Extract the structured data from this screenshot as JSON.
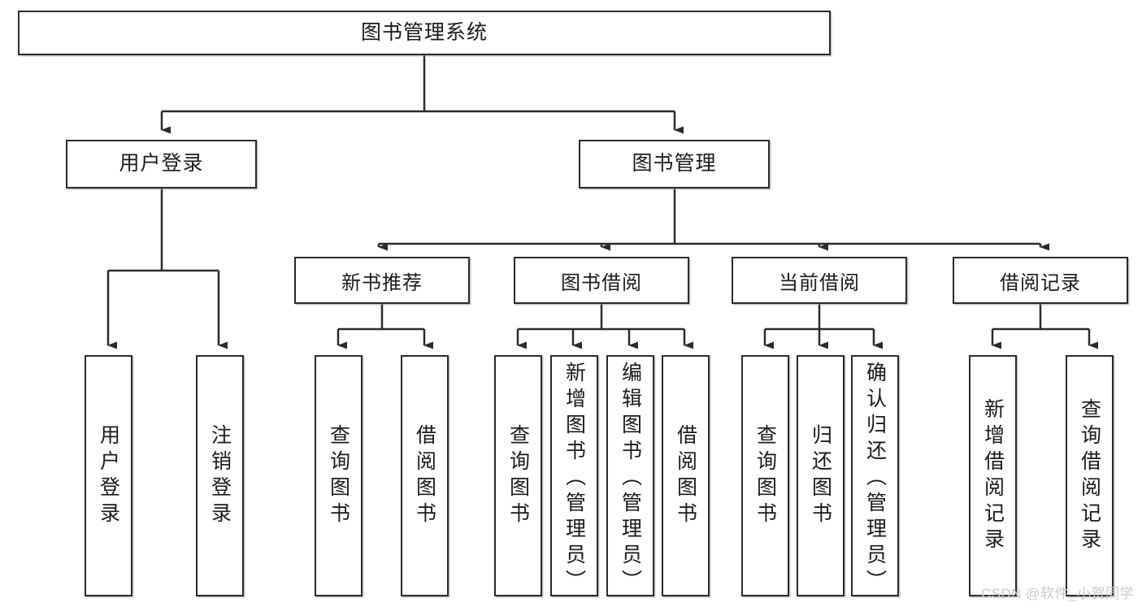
{
  "diagram": {
    "title": "图书管理系统",
    "type": "tree-hierarchy-chart",
    "root": {
      "label": "图书管理系统"
    },
    "level2": [
      {
        "label": "用户登录"
      },
      {
        "label": "图书管理"
      }
    ],
    "level3": [
      {
        "label": "新书推荐"
      },
      {
        "label": "图书借阅"
      },
      {
        "label": "当前借阅"
      },
      {
        "label": "借阅记录"
      }
    ],
    "leaves": {
      "user_login": [
        {
          "label": "用户登录"
        },
        {
          "label": "注销登录"
        }
      ],
      "new_book_recommend": [
        {
          "label": "查询图书"
        },
        {
          "label": "借阅图书"
        }
      ],
      "book_borrow": [
        {
          "label": "查询图书"
        },
        {
          "label": "新增图书（管理员）"
        },
        {
          "label": "编辑图书（管理员）"
        },
        {
          "label": "借阅图书"
        }
      ],
      "current_borrow": [
        {
          "label": "查询图书"
        },
        {
          "label": "归还图书"
        },
        {
          "label": "确认归还（管理员）"
        }
      ],
      "borrow_record": [
        {
          "label": "新增借阅记录"
        },
        {
          "label": "查询借阅记录"
        }
      ]
    }
  },
  "watermark": {
    "text": "CSDN @软件_小贺同学"
  },
  "colors": {
    "stroke": "#2b2b2b",
    "fill": "#ffffff",
    "text": "#1a1a1a",
    "watermark": "#c9c9c9"
  }
}
